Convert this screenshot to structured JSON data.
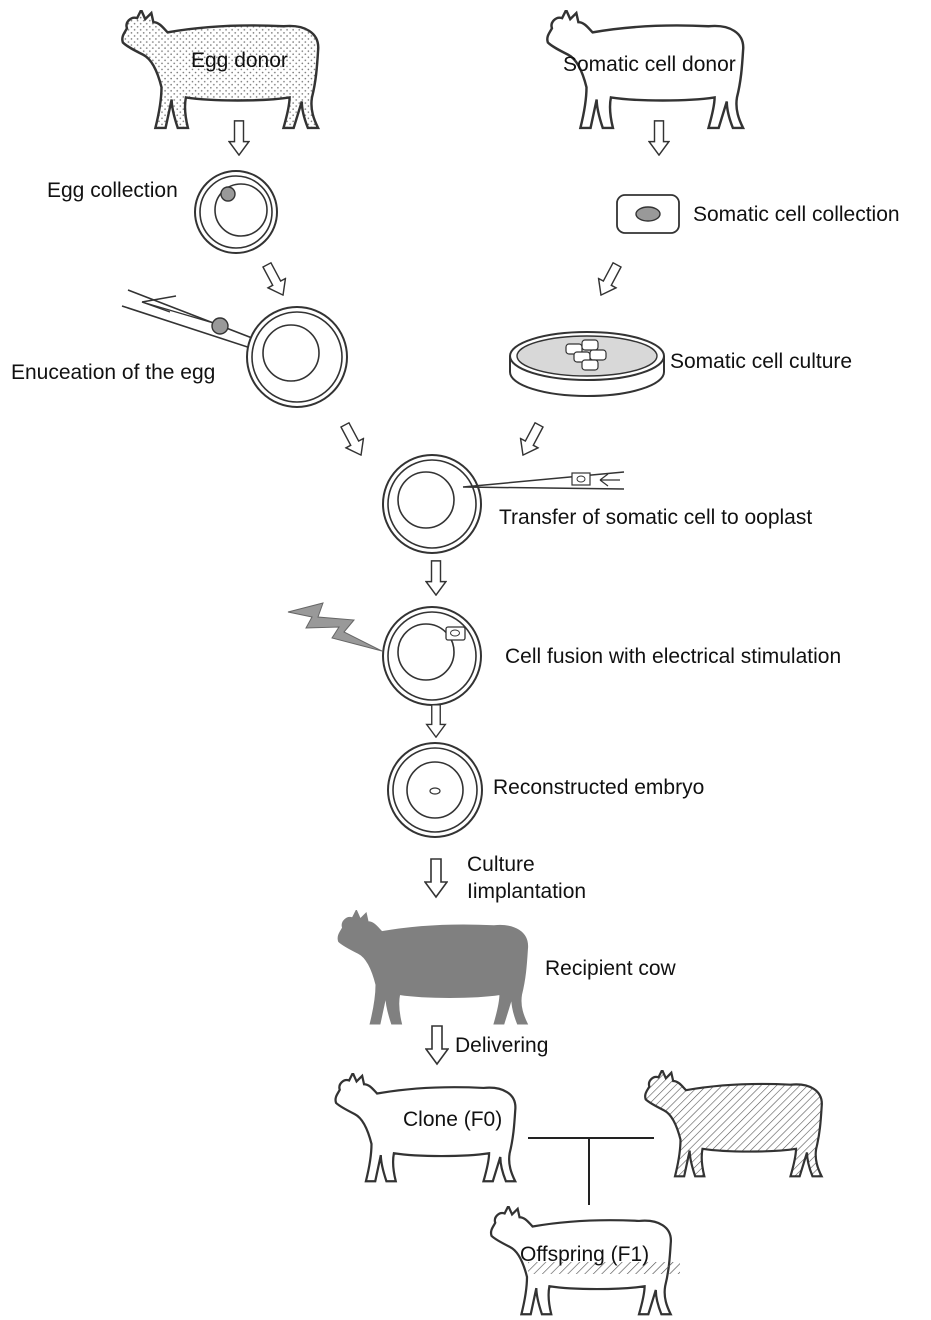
{
  "labels": {
    "egg_donor": "Egg donor",
    "somatic_cell_donor": "Somatic cell donor",
    "egg_collection": "Egg collection",
    "somatic_cell_collection": "Somatic cell collection",
    "enucleation": "Enuceation of the egg",
    "somatic_cell_culture": "Somatic cell culture",
    "transfer": "Transfer of somatic cell to ooplast",
    "cell_fusion": "Cell fusion with electrical stimulation",
    "reconstructed_embryo": "Reconstructed embryo",
    "culture": "Culture",
    "implantation": "Iimplantation",
    "recipient_cow": "Recipient cow",
    "delivering": "Delivering",
    "clone": "Clone (F0)",
    "offspring": "Offspring (F1)"
  },
  "colors": {
    "line": "#333333",
    "recipient_fill": "#808080",
    "nucleus_fill": "#999999",
    "hatch": "#555555",
    "dots": "#777777"
  },
  "icons": [
    "cow-icon",
    "egg-cell-icon",
    "pipette-icon",
    "petri-dish-icon",
    "lightning-icon",
    "arrow-down-icon"
  ]
}
